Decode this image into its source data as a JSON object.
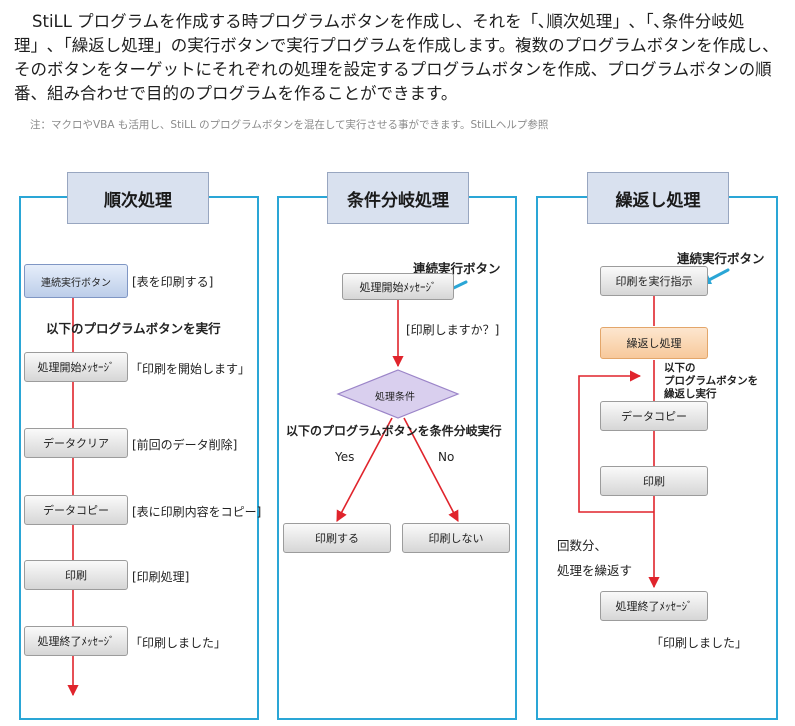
{
  "intro": "StiLL プログラムを作成する時プログラムボタンを作成し、それを「､順次処理」､「､条件分岐処理」､「繰返し処理」の実行ボタンで実行プログラムを作成します。複数のプログラムボタンを作成し、そのボタンをターゲットにそれぞれの処理を設定するプログラムボタンを作成、プログラムボタンの順番、組み合わせで目的のプログラムを作ることができます。",
  "note": "注：マクロやVBA も活用し、StiLL のプログラムボタンを混在して実行させる事ができます。StiLLヘルプ参照",
  "colors": {
    "panel_border": "#2aa6d6",
    "header_fill": "#d9e1ef",
    "arrow_red": "#e0242c",
    "pointer_blue": "#2aa6d6",
    "diamond_fill": "#d9cfee"
  },
  "sequential": {
    "header": "順次処理",
    "start_button": "連続実行ボタン",
    "start_desc": "[表を印刷する]",
    "run_note": "以下のプログラムボタンを実行",
    "steps": [
      {
        "button": "処理開始ﾒｯｾｰｼﾞ",
        "desc": "「印刷を開始します」"
      },
      {
        "button": "データクリア",
        "desc": "[前回のデータ削除]"
      },
      {
        "button": "データコピー",
        "desc": "[表に印刷内容をコピー]"
      },
      {
        "button": "印刷",
        "desc": "[印刷処理]"
      },
      {
        "button": "処理終了ﾒｯｾｰｼﾞ",
        "desc": "「印刷しました」"
      }
    ]
  },
  "conditional": {
    "header": "条件分岐処理",
    "callout": "連続実行ボタン",
    "start_button": "処理開始ﾒｯｾｰｼﾞ",
    "question": "[印刷しますか？]",
    "condition": "処理条件",
    "run_note": "以下のプログラムボタンを条件分岐実行",
    "yes_label": "Yes",
    "no_label": "No",
    "yes_button": "印刷する",
    "no_button": "印刷しない"
  },
  "repeat": {
    "header": "繰返し処理",
    "callout": "連続実行ボタン",
    "start_button": "印刷を実行指示",
    "loop_button": "繰返し処理",
    "repeat_note": [
      "以下の",
      "プログラムボタンを",
      "繰返し実行"
    ],
    "steps": [
      "データコピー",
      "印刷"
    ],
    "count_note": [
      "回数分、",
      "処理を繰返す"
    ],
    "end_button": "処理終了ﾒｯｾｰｼﾞ",
    "end_desc": "「印刷しました」"
  }
}
